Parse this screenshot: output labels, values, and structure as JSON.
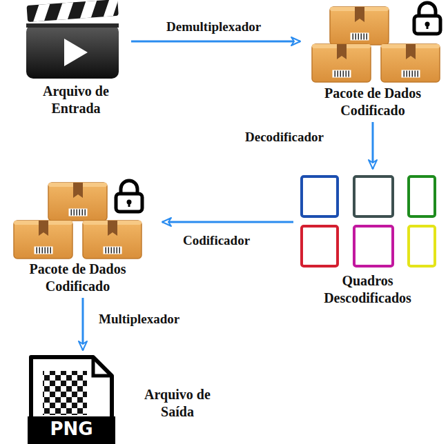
{
  "diagram": {
    "nodes": [
      {
        "text": [
          "Arquivo de Entrada"
        ]
      },
      {
        "text": [
          "Pacote de Dados Codificado"
        ]
      },
      {
        "text": [
          "Quadros Descodificados"
        ]
      },
      {
        "text": [
          "Pacote de Dados Codificado"
        ]
      },
      {
        "text": [
          "Arquivo de Saída"
        ]
      }
    ],
    "edges": [
      {
        "from": 0,
        "to": 1,
        "label": "Demultiplexador",
        "arrow": "to"
      },
      {
        "from": 1,
        "to": 2,
        "label": "Decodificador",
        "arrow": "to"
      },
      {
        "from": 2,
        "to": 3,
        "label": "Codificador",
        "arrow": "to"
      },
      {
        "from": 3,
        "to": 4,
        "label": "Multiplexador",
        "arrow": "to"
      }
    ],
    "labels": [
      "PNG"
    ]
  }
}
